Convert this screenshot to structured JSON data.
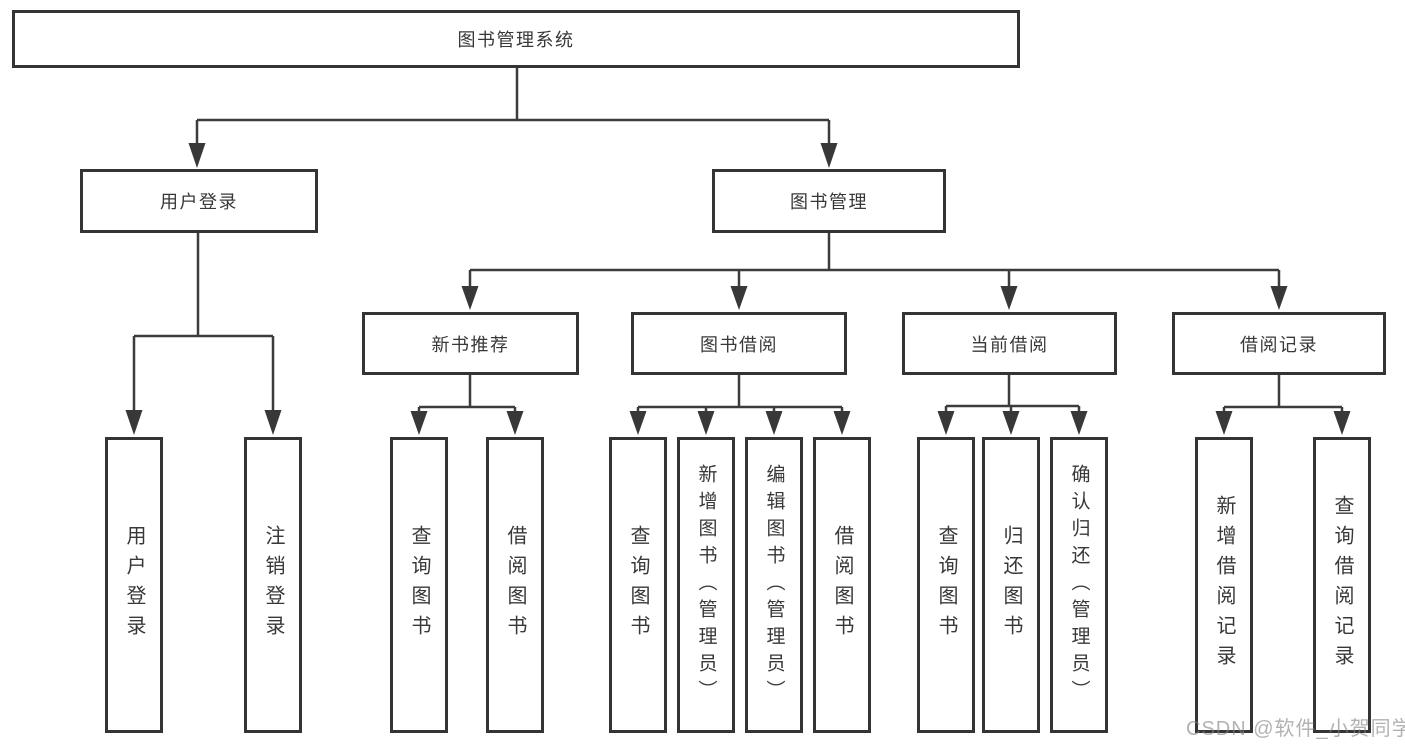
{
  "root": {
    "label": "图书管理系统"
  },
  "level1": [
    {
      "label": "用户登录"
    },
    {
      "label": "图书管理"
    }
  ],
  "level2": [
    {
      "label": "新书推荐"
    },
    {
      "label": "图书借阅"
    },
    {
      "label": "当前借阅"
    },
    {
      "label": "借阅记录"
    }
  ],
  "leaves": {
    "login": [
      {
        "label": "用户登录"
      },
      {
        "label": "注销登录"
      }
    ],
    "newbook": [
      {
        "label": "查询图书"
      },
      {
        "label": "借阅图书"
      }
    ],
    "borrow": [
      {
        "label": "查询图书"
      },
      {
        "label": "新增图书（管理员）"
      },
      {
        "label": "编辑图书（管理员）"
      },
      {
        "label": "借阅图书"
      }
    ],
    "current": [
      {
        "label": "查询图书"
      },
      {
        "label": "归还图书"
      },
      {
        "label": "确认归还（管理员）"
      }
    ],
    "records": [
      {
        "label": "新增借阅记录"
      },
      {
        "label": "查询借阅记录"
      }
    ]
  },
  "watermark": "CSDN @软件_小贺同学",
  "colors": {
    "line": "#3c3c3c",
    "box_border": "#343434",
    "text": "#383838",
    "watermark": "#b0b0b0",
    "background": "#ffffff"
  }
}
